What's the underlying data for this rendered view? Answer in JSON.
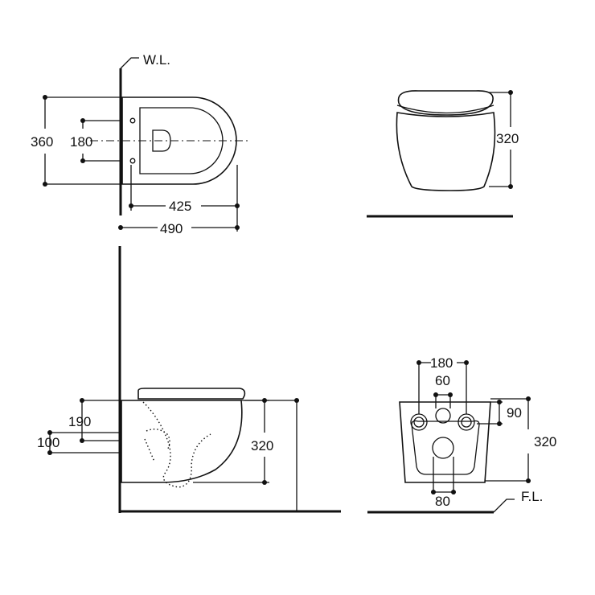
{
  "labels": {
    "wall_line": "W.L.",
    "floor_line": "F.L."
  },
  "top_view": {
    "overall_width": "360",
    "fixing_spacing": "180",
    "inner_length": "425",
    "overall_length": "490"
  },
  "front_view": {
    "height": "320"
  },
  "side_view": {
    "fixing_height_upper": "190",
    "fixing_height_lower": "100",
    "height": "320"
  },
  "rear_view": {
    "fixing_spacing": "180",
    "inlet_spacing": "60",
    "outlet_width": "80",
    "top_offset": "90",
    "height": "320"
  }
}
